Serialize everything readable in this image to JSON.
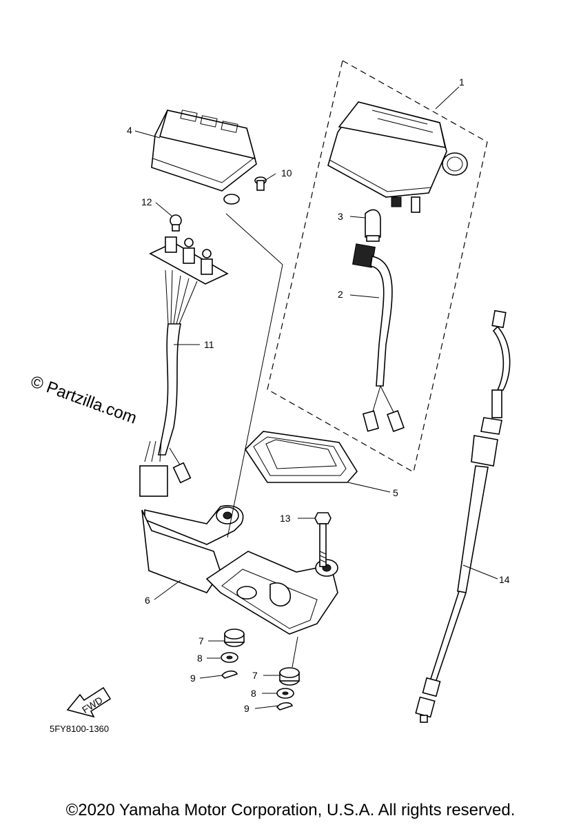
{
  "callouts": {
    "c1": "1",
    "c2": "2",
    "c3": "3",
    "c4": "4",
    "c5": "5",
    "c6": "6",
    "c7a": "7",
    "c7b": "7",
    "c8a": "8",
    "c8b": "8",
    "c9a": "9",
    "c9b": "9",
    "c10": "10",
    "c11": "11",
    "c12": "12",
    "c13": "13",
    "c14": "14"
  },
  "fwd_label": "FWD",
  "watermark": "© Partzilla.com",
  "diagram_code": "5FY8100-1360",
  "copyright": "©2020 Yamaha Motor Corporation, U.S.A. All rights reserved."
}
